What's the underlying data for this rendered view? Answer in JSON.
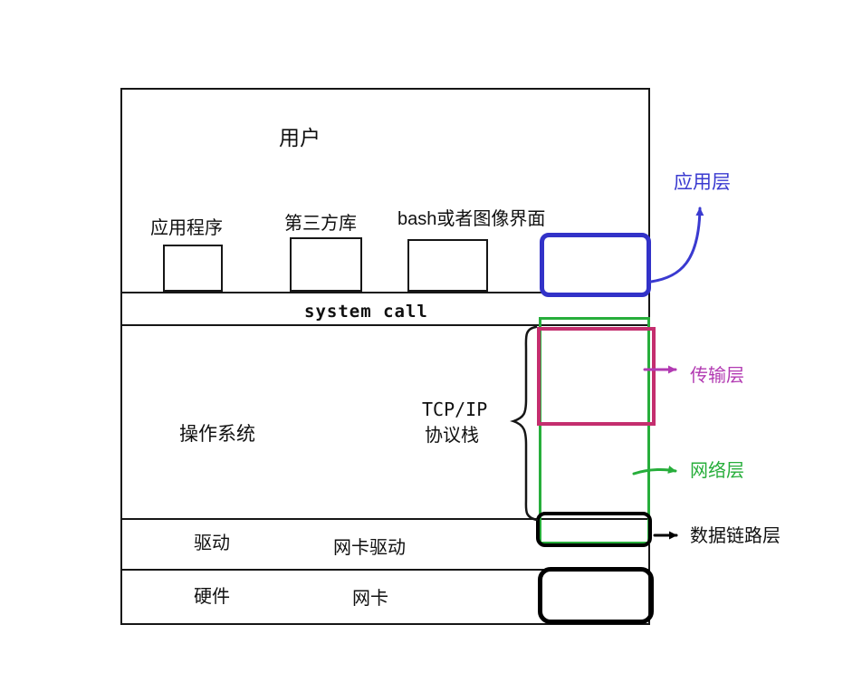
{
  "diagram": {
    "user": {
      "label": "用户"
    },
    "user_space_boxes": [
      {
        "label": "应用程序"
      },
      {
        "label": "第三方库"
      },
      {
        "label": "bash或者图像界面"
      }
    ],
    "system_call": {
      "label": "system call"
    },
    "os": {
      "label": "操作系统"
    },
    "tcpip_stack": {
      "line1": "TCP/IP",
      "line2": "协议栈"
    },
    "driver_row": {
      "left_label": "驱动",
      "center_label": "网卡驱动"
    },
    "hardware_row": {
      "left_label": "硬件",
      "center_label": "网卡"
    },
    "layers": {
      "application": {
        "label": "应用层",
        "color": "#3a3ad0",
        "box_color": "#3232c8"
      },
      "transport": {
        "label": "传输层",
        "color": "#b23ab2",
        "box_color": "#c42e6e"
      },
      "network": {
        "label": "网络层",
        "color": "#27ae3b",
        "box_color": "#27ae3b"
      },
      "datalink": {
        "label": "数据链路层",
        "color": "#000000",
        "box_color": "#000000"
      }
    }
  }
}
